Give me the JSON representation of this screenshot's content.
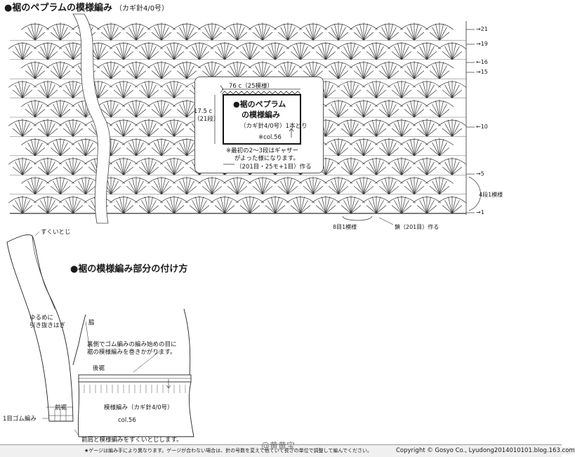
{
  "top": {
    "title": "●裾のペプラムの模様編み",
    "subtitle": "（カギ針4/0号）",
    "row_labels": [
      "21",
      "19",
      "16",
      "15",
      "10",
      "5",
      "1"
    ],
    "repeat_rows": "4段1模様",
    "repeat_stitches": "8目1模様",
    "chain": "鎖（201目）作る"
  },
  "card": {
    "width": "76 c（25模様）",
    "height": "17.5 c\n（21段）",
    "title_1": "●裾のペプラム",
    "title_2": "の模様編み",
    "needle": "（カギ針4/0号）1本どり",
    "color": "※col.56",
    "note_1": "※最初の2〜3段はギャザー",
    "note_2": "がよった様になります。",
    "chain": "（201目・25モ+1目）作る"
  },
  "bottom": {
    "title": "●裾の模様編み部分の付け方",
    "sukui": "すくいとじ",
    "yurume_1": "ゆるめに",
    "yurume_2": "引き抜きはぎ",
    "waki": "脇",
    "instr_1": "裏側でゴム編みの編み始めの目に",
    "instr_2": "裾の模様編みを巻きかがります。",
    "back": "後裾",
    "front": "前裾",
    "rib": "1目ゴム編み",
    "pattern": "模様編み（カギ針4/0号）",
    "col": "col.56",
    "sukui_bottom": "前肩と模様編みをすくいとじします。"
  },
  "footer": {
    "note": "★ゲージは編み手により異なります。ゲージが合わない場合は、針の号数を変えて他ていて長さの単位で調整して編んでください。",
    "copyright": "Copyright © Gosyo Co., Ltd.",
    "url": "yudong2014010101.blog.163.com",
    "weibo": "@黄黄宝"
  }
}
